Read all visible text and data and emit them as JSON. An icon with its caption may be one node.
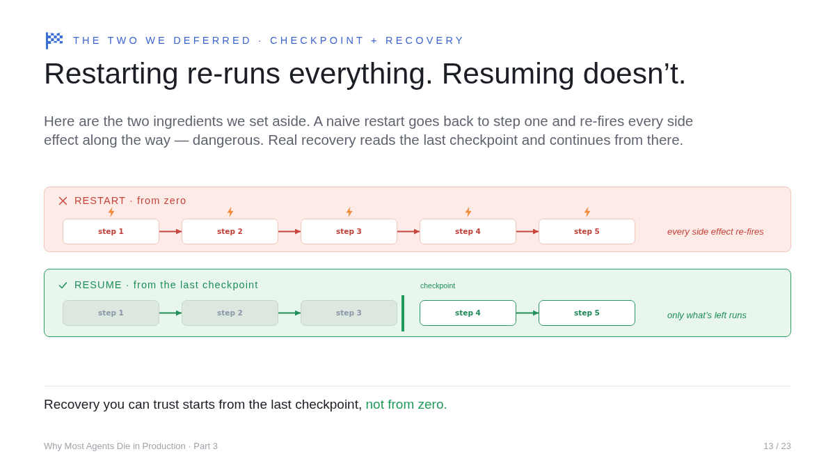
{
  "diagram": {
    "title": "Restarting re-runs everything. Resuming doesn’t.",
    "nodes": [
      {
        "text": [
          "RESTART · from zero",
          "every side effect re-fires"
        ]
      },
      {
        "text": [
          "step 1"
        ],
        "in": 0
      },
      {
        "text": [
          "step 2"
        ],
        "in": 0
      },
      {
        "text": [
          "step 3"
        ],
        "in": 0
      },
      {
        "text": [
          "step 4"
        ],
        "in": 0
      },
      {
        "text": [
          "step 5"
        ],
        "in": 0
      },
      {
        "text": [
          "RESUME · from the last checkpoint",
          "only what’s left runs"
        ]
      },
      {
        "text": [
          "step 1"
        ],
        "in": 6
      },
      {
        "text": [
          "step 2"
        ],
        "in": 6
      },
      {
        "text": [
          "step 3"
        ],
        "in": 6
      },
      {
        "text": [
          "step 4"
        ],
        "in": 6
      },
      {
        "text": [
          "step 5"
        ],
        "in": 6
      }
    ],
    "edges": [
      {
        "from": 1,
        "to": 2,
        "arrow": "to",
        "color": "#c9453f"
      },
      {
        "from": 2,
        "to": 3,
        "arrow": "to",
        "color": "#c9453f"
      },
      {
        "from": 3,
        "to": 4,
        "arrow": "to",
        "color": "#c9453f"
      },
      {
        "from": 4,
        "to": 5,
        "arrow": "to",
        "color": "#c9453f"
      },
      {
        "from": 7,
        "to": 8,
        "arrow": "to",
        "color": "#22905a"
      },
      {
        "from": 8,
        "to": 9,
        "arrow": "to",
        "color": "#22905a"
      },
      {
        "from": 10,
        "to": 11,
        "arrow": "to",
        "color": "#22905a"
      }
    ],
    "labels": [
      "THE TWO WE DEFERRED · CHECKPOINT + RECOVERY",
      "Here are the two ingredients we set aside. A naive restart goes back to step one and re-fires every side effect along the way — dangerous. Real recovery reads the last checkpoint and continues from there.",
      "checkpoint",
      "Recovery you can trust starts from the last checkpoint,",
      "not from zero.",
      "Why Most Agents Die in Production · Part 3",
      "13 / 23"
    ]
  }
}
